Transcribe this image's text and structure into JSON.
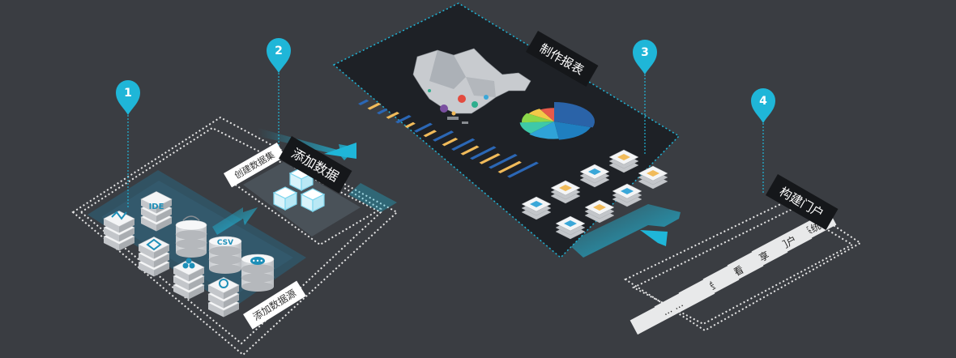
{
  "steps": [
    {
      "number": "1",
      "title": "添加数据源"
    },
    {
      "number": "2",
      "title": "添加数据",
      "sub_label": "创建数据集"
    },
    {
      "number": "3",
      "title": "制作报表"
    },
    {
      "number": "4",
      "title": "构建门户"
    }
  ],
  "source_icons": {
    "ide": "IDE",
    "csv": "CSV"
  },
  "portal_items": [
    "嵌入自有系统",
    "搭建数据门户",
    "Public 分享",
    "移动端查看",
    "邮件发送",
    "... ..."
  ],
  "report_bars": [
    2,
    3,
    2,
    3,
    4,
    2,
    5,
    3,
    6,
    4,
    7,
    5,
    8,
    6,
    9,
    7,
    10
  ],
  "pie_slices": [
    {
      "value": 30,
      "color": "#2a63a8"
    },
    {
      "value": 18,
      "color": "#1f7fc0"
    },
    {
      "value": 14,
      "color": "#2fa3d8"
    },
    {
      "value": 12,
      "color": "#3ec9a8"
    },
    {
      "value": 10,
      "color": "#8cd84a"
    },
    {
      "value": 8,
      "color": "#f3c948"
    },
    {
      "value": 8,
      "color": "#e75a4a"
    }
  ],
  "colors": {
    "accent": "#1fb6d8",
    "background": "#3a3d42",
    "panel": "#22252a",
    "bar_blue": "#2b67b5",
    "bar_yellow": "#f1bb5a"
  }
}
